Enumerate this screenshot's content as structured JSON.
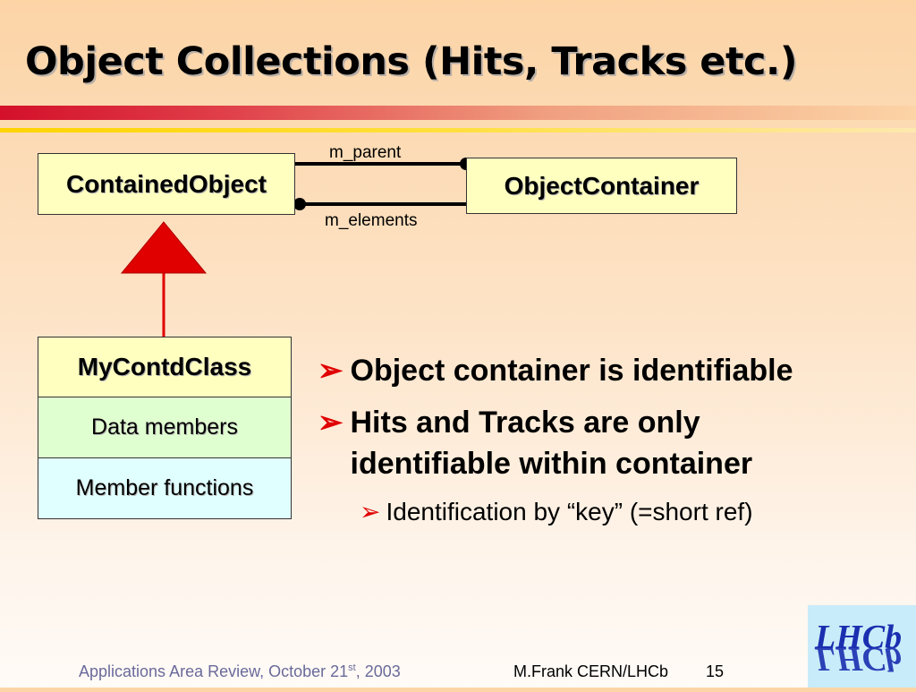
{
  "slide": {
    "title": "Object Collections (Hits, Tracks etc.)"
  },
  "diagram": {
    "contained_object": "ContainedObject",
    "object_container": "ObjectContainer",
    "m_parent": "m_parent",
    "m_elements": "m_elements",
    "my_contd_class": "MyContdClass",
    "data_members": "Data members",
    "member_functions": "Member functions"
  },
  "bullets": {
    "item1": "Object container is identifiable",
    "item2_line1": "Hits and Tracks are only",
    "item2_line2": "identifiable within container",
    "sub1": "Identification by “key” (=short ref)"
  },
  "footer": {
    "event_prefix": "Applications Area Review, October 21",
    "event_sup": "st",
    "event_suffix": ", 2003",
    "author": "M.Frank CERN/LHCb",
    "page_number": "15"
  },
  "logo": {
    "text": "LHCb",
    "color": "#1a2fb0"
  },
  "colors": {
    "accent_red": "#e00000",
    "box_yellow": "#ffffc0",
    "box_green": "#e0ffd0",
    "box_cyan": "#e0ffff"
  }
}
